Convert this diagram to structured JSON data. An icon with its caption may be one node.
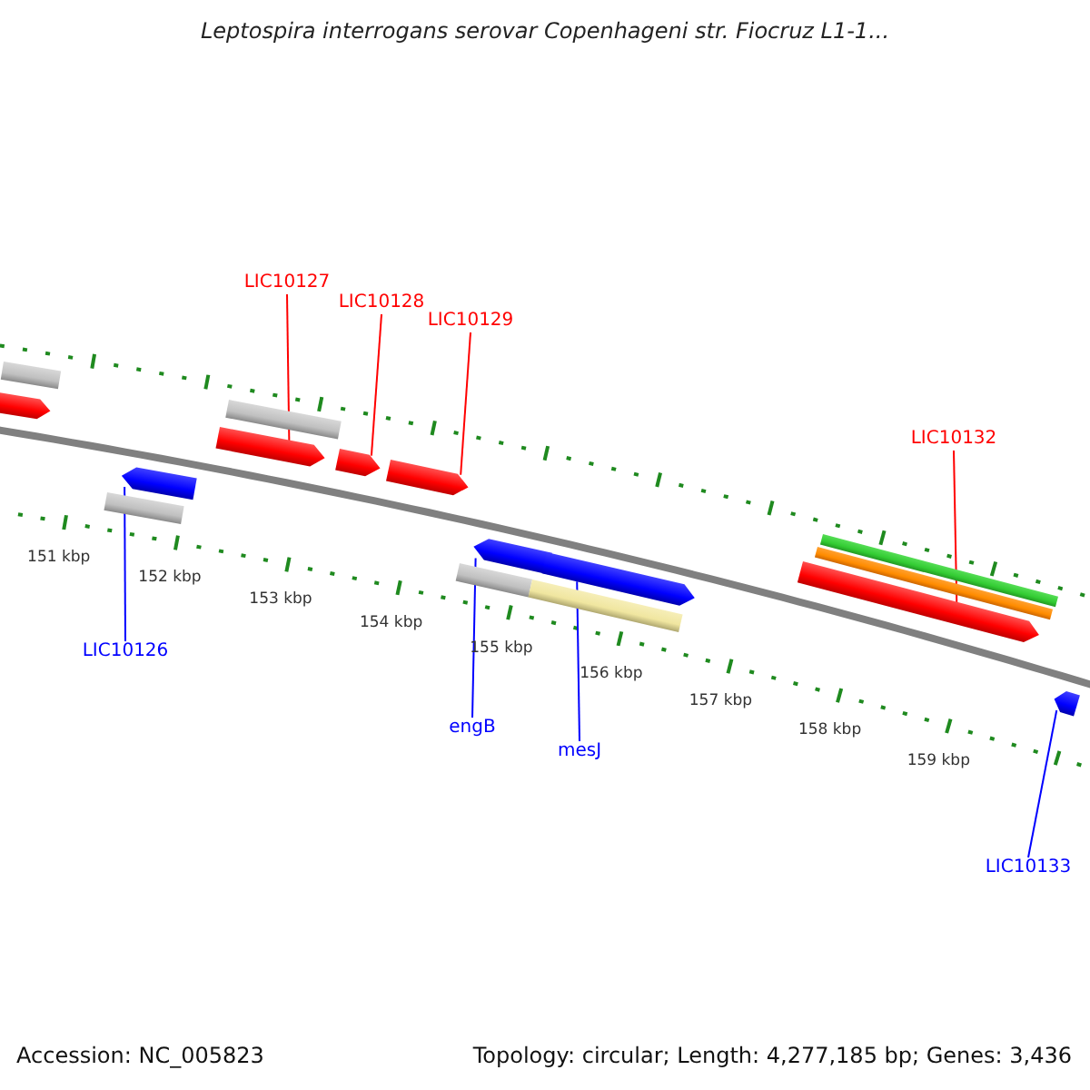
{
  "diagram": {
    "title": "Leptospira interrogans serovar Copenhageni str. Fiocruz L1-1...",
    "nodes": [
      {
        "text": [
          "LIC10127"
        ]
      },
      {
        "text": [
          "LIC10128"
        ]
      },
      {
        "text": [
          "LIC10129"
        ]
      },
      {
        "text": [
          "LIC10132"
        ]
      },
      {
        "text": [
          "LIC10126"
        ]
      },
      {
        "text": [
          "engB"
        ]
      },
      {
        "text": [
          "mesJ"
        ]
      },
      {
        "text": [
          "LIC10133"
        ]
      },
      {
        "text": [],
        "shape": "bar"
      },
      {
        "text": [],
        "shape": "bar"
      },
      {
        "text": [],
        "shape": "bar"
      },
      {
        "text": [],
        "shape": "bar"
      },
      {
        "text": [],
        "shape": "bar"
      },
      {
        "text": [],
        "shape": "bar"
      },
      {
        "text": [],
        "shape": "bar"
      },
      {
        "text": [],
        "shape": "bar"
      },
      {
        "text": [],
        "shape": "bar"
      },
      {
        "text": [],
        "shape": "bar"
      },
      {
        "text": [],
        "shape": "bar"
      },
      {
        "text": [],
        "shape": "bar"
      },
      {
        "text": [],
        "shape": "bar"
      },
      {
        "text": [],
        "shape": "bar"
      },
      {
        "text": [],
        "shape": "bar"
      },
      {
        "text": [],
        "shape": "bar"
      }
    ],
    "edges": [
      {
        "from": 0,
        "to": 9,
        "arrow": "none",
        "color": "#ff0000"
      },
      {
        "from": 1,
        "to": 10,
        "arrow": "none",
        "color": "#ff0000"
      },
      {
        "from": 2,
        "to": 11,
        "arrow": "none",
        "color": "#ff0000"
      },
      {
        "from": 3,
        "to": 14,
        "arrow": "none",
        "color": "#ff0000"
      },
      {
        "from": 4,
        "to": 8,
        "arrow": "none",
        "color": "#0000ff"
      },
      {
        "from": 5,
        "to": 12,
        "arrow": "none",
        "color": "#0000ff"
      },
      {
        "from": 6,
        "to": 13,
        "arrow": "none",
        "color": "#0000ff"
      },
      {
        "from": 7,
        "to": 15,
        "arrow": "none",
        "color": "#0000ff"
      }
    ],
    "labels": [
      "151 kbp",
      "152 kbp",
      "153 kbp",
      "154 kbp",
      "155 kbp",
      "156 kbp",
      "157 kbp",
      "158 kbp",
      "159 kbp",
      "Accession: NC_005823",
      "Topology: circular; Length: 4,277,185 bp; Genes: 3,436"
    ]
  }
}
